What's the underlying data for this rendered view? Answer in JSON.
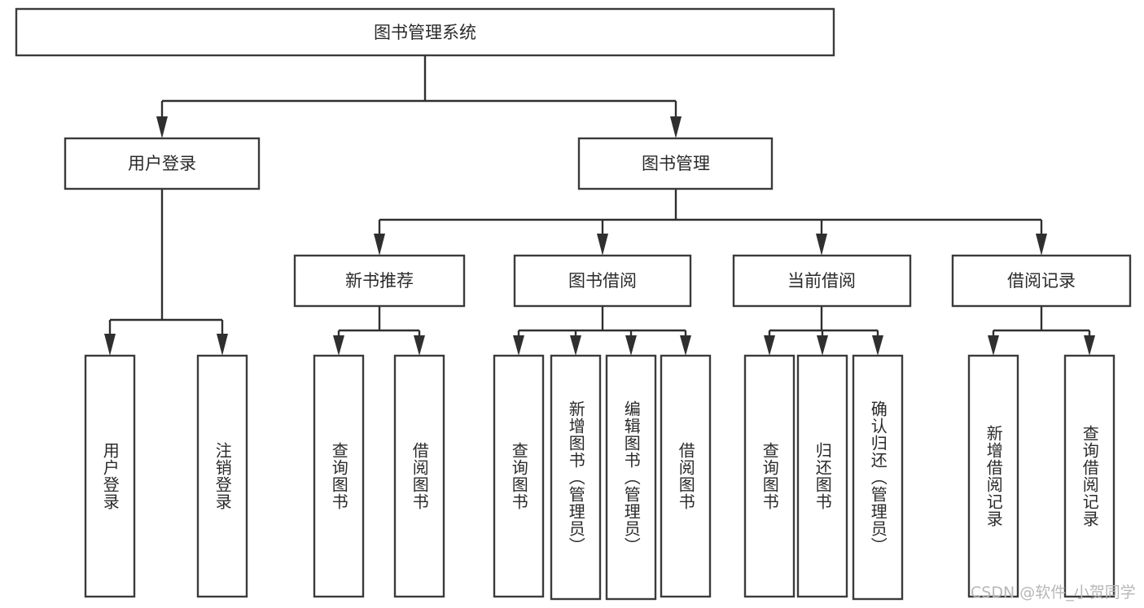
{
  "diagram": {
    "title": "图书管理系统",
    "watermark": "CSDN @软件_小贺同学",
    "colors": {
      "box_stroke": "#3b3b3b",
      "box_fill": "#ffffff",
      "connector": "#2f2f2f",
      "text": "#2a2a2a",
      "watermark": "#b7b7b7",
      "background": "#ffffff"
    },
    "root": {
      "label": "图书管理系统"
    },
    "level2": [
      {
        "label": "用户登录"
      },
      {
        "label": "图书管理"
      }
    ],
    "level3": [
      {
        "label": "新书推荐"
      },
      {
        "label": "图书借阅"
      },
      {
        "label": "当前借阅"
      },
      {
        "label": "借阅记录"
      }
    ],
    "leaves": {
      "user_login": [
        {
          "label": "用户登录"
        },
        {
          "label": "注销登录"
        }
      ],
      "new_book": [
        {
          "label": "查询图书"
        },
        {
          "label": "借阅图书"
        }
      ],
      "book_borrow": [
        {
          "label": "查询图书"
        },
        {
          "label": "新增图书（管理员）"
        },
        {
          "label": "编辑图书（管理员）"
        },
        {
          "label": "借阅图书"
        }
      ],
      "current_borrow": [
        {
          "label": "查询图书"
        },
        {
          "label": "归还图书"
        },
        {
          "label": "确认归还（管理员）"
        }
      ],
      "borrow_record": [
        {
          "label": "新增借阅记录"
        },
        {
          "label": "查询借阅记录"
        }
      ]
    }
  }
}
